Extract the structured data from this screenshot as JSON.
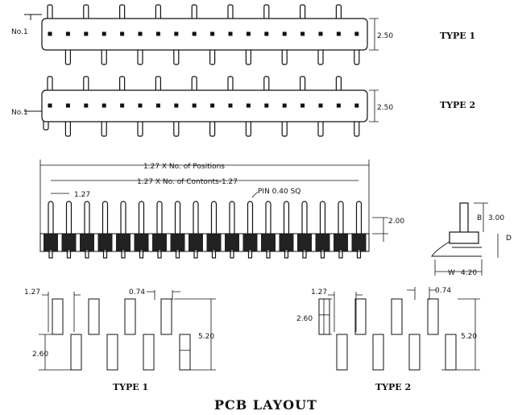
{
  "top_rows": [
    {
      "pin1_label": "No.1",
      "height_label": "2.50",
      "type_label": "TYPE 1"
    },
    {
      "pin1_label": "No.1",
      "height_label": "2.50",
      "type_label": "TYPE 2"
    }
  ],
  "pin_count": 18,
  "front_view": {
    "total_label": "1.27 X No. of Positions",
    "contents_label": "1.27 X No. of Contonts-1.27",
    "pitch_label": "1.27",
    "pin_label": "PIN 0.40 SQ",
    "height_label": "2.00",
    "pin_count": 18
  },
  "side_view": {
    "b_label": "B",
    "b_value": "3.00",
    "d_label": "D",
    "w_label": "W",
    "w_value": "4.20"
  },
  "pcb_type1": {
    "pitch": "1.27",
    "pad_width": "0.74",
    "row_offset": "2.60",
    "total": "5.20",
    "label": "TYPE 1"
  },
  "pcb_type2": {
    "pitch": "1.27",
    "pad_width": "0.74",
    "row_offset": "2.60",
    "total": "5.20",
    "label": "TYPE 2"
  },
  "footer_title": "PCB LAYOUT"
}
